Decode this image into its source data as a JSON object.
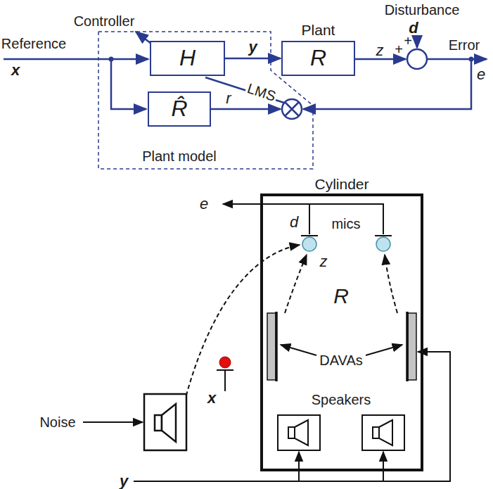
{
  "diagram": {
    "nodes": [
      {
        "text": [
          "H"
        ]
      },
      {
        "text": [
          "Plant",
          "R"
        ]
      },
      {
        "text": [
          "R̂"
        ]
      },
      {
        "text": [
          "Cylinder"
        ]
      }
    ],
    "edges": [
      {
        "from": 0,
        "to": 1,
        "label": "y",
        "arrow": "to"
      }
    ],
    "labels": [
      "Controller",
      "Disturbance",
      "d",
      "Reference",
      "x",
      "z",
      "+",
      "+",
      "Error",
      "e",
      "r",
      "LMS",
      "Plant model",
      "e",
      "mics",
      "d",
      "z",
      "R",
      "DAVAs",
      "Speakers",
      "Noise",
      "x",
      "y"
    ]
  }
}
